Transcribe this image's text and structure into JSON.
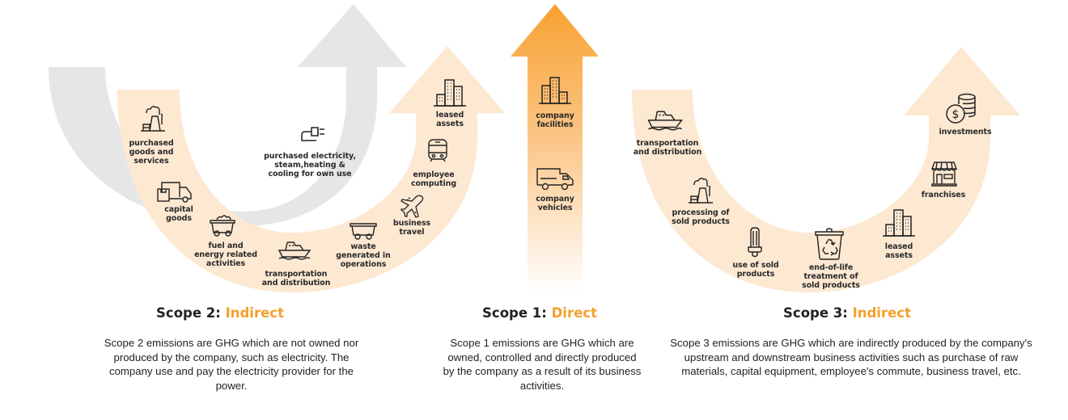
{
  "colors": {
    "peach": "#fde8d2",
    "gray": "#e6e6e8",
    "orange_top": "#f8a232",
    "accent_text": "#f5a02c",
    "text": "#222222"
  },
  "scope2": {
    "title_prefix": "Scope 2: ",
    "title_accent": "Indirect",
    "description": "Scope 2 emissions are GHG which are not owned nor produced by the company, such as electricity. The company use and pay the electricity provider for the power.",
    "gray_item": {
      "icon": "power-plug-icon",
      "label": "purchased electricity,\nsteam,heating &\ncooling for own use"
    },
    "items": [
      {
        "icon": "factory-icon",
        "label": "purchased\ngoods and\nservices"
      },
      {
        "icon": "delivery-truck-icon",
        "label": "capital\ngoods"
      },
      {
        "icon": "mine-cart-icon",
        "label": "fuel and\nenergy related\nactivities"
      },
      {
        "icon": "ship-icon",
        "label": "transportation\nand distribution"
      },
      {
        "icon": "waste-cart-icon",
        "label": "waste\ngenerated in\noperations"
      },
      {
        "icon": "airplane-icon",
        "label": "business\ntravel"
      },
      {
        "icon": "train-icon",
        "label": "employee\ncomputing"
      },
      {
        "icon": "buildings-icon",
        "label": "leased\nassets"
      }
    ]
  },
  "scope1": {
    "title_prefix": "Scope 1: ",
    "title_accent": "Direct",
    "description": "Scope 1 emissions are GHG which are owned, controlled and directly produced by the company as a result of its business activities.",
    "items": [
      {
        "icon": "buildings-icon",
        "label": "company\nfacilities"
      },
      {
        "icon": "truck-icon",
        "label": "company\nvehicles"
      }
    ]
  },
  "scope3": {
    "title_prefix": "Scope 3: ",
    "title_accent": "Indirect",
    "description": "Scope 3 emissions are GHG which are indirectly produced by the company's upstream and downstream business activities such as purchase of raw materials, capital equipment, employee's commute, business travel, etc.",
    "items": [
      {
        "icon": "ship-icon",
        "label": "transportation\nand distribution"
      },
      {
        "icon": "factory-icon",
        "label": "processing of\nsold products"
      },
      {
        "icon": "light-bulb-icon",
        "label": "use of sold\nproducts"
      },
      {
        "icon": "recycle-bin-icon",
        "label": "end-of-life\ntreatment of\nsold products"
      },
      {
        "icon": "buildings-icon",
        "label": "leased\nassets"
      },
      {
        "icon": "storefront-icon",
        "label": "franchises"
      },
      {
        "icon": "coins-icon",
        "label": "investments"
      }
    ]
  }
}
